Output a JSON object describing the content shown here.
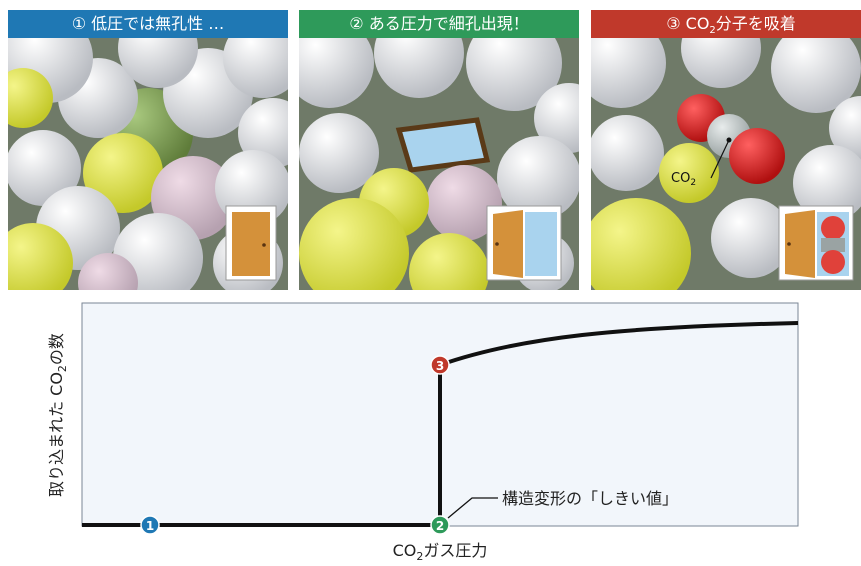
{
  "panels": [
    {
      "number": "①",
      "title_pre": "低圧では無孔性 …",
      "title_sub": "",
      "title_post": "",
      "color": "#1f78b4"
    },
    {
      "number": "②",
      "title_pre": "ある圧力で細孔出現！",
      "title_sub": "",
      "title_post": "",
      "color": "#2e9a5a"
    },
    {
      "number": "③",
      "title_pre": "CO",
      "title_sub": "2",
      "title_post": "分子を吸着",
      "color": "#c0392b"
    }
  ],
  "co2_label": {
    "main": "CO",
    "sub": "2"
  },
  "diagram": {
    "ylabel": {
      "pre": "取り込まれた CO",
      "sub": "2",
      "post": "の数"
    },
    "xlabel": {
      "pre": "CO",
      "sub": "2",
      "post": "ガス圧力"
    },
    "annotation": "構造変形の「しきい値」",
    "markers": [
      {
        "label": "1",
        "color": "#1f78b4"
      },
      {
        "label": "2",
        "color": "#2e9a5a"
      },
      {
        "label": "3",
        "color": "#c0392b"
      }
    ]
  },
  "colors": {
    "plot_bg": "#f2f6fb",
    "curve": "#111111",
    "door": "#d4913a",
    "pore": "#a9d3ee"
  }
}
